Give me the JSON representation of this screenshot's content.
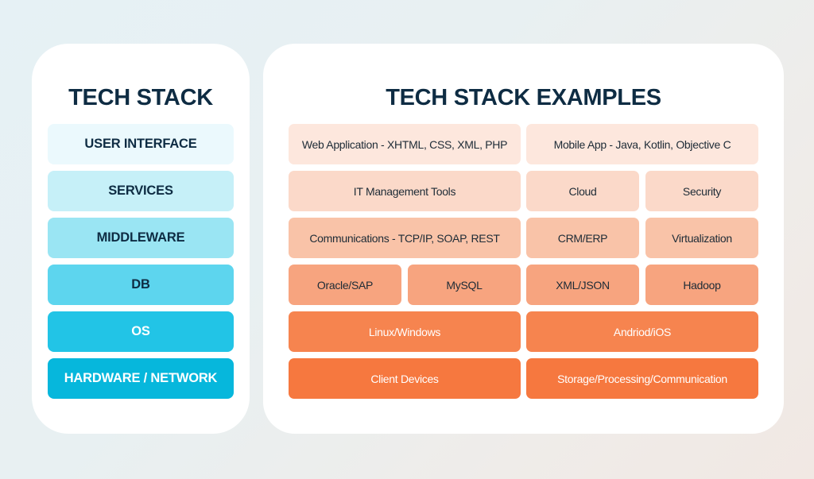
{
  "colors": {
    "title_text": "#0e2c43",
    "panel_bg": "#ffffff",
    "stack_layers": [
      "#ebf9fd",
      "#c6f0f8",
      "#9ae5f3",
      "#5dd5ee",
      "#22c4e6",
      "#06b7dc"
    ],
    "example_rows": [
      "#fde7dd",
      "#fbd9c9",
      "#f9c3a8",
      "#f7a47f",
      "#f6844f",
      "#f6783f"
    ]
  },
  "tech_stack": {
    "title": "TECH STACK",
    "layers": [
      "USER INTERFACE",
      "SERVICES",
      "MIDDLEWARE",
      "DB",
      "OS",
      "HARDWARE / NETWORK"
    ]
  },
  "examples": {
    "title": "TECH STACK EXAMPLES",
    "rows": [
      [
        "Web Application - XHTML, CSS, XML, PHP",
        "Mobile App - Java, Kotlin, Objective C"
      ],
      [
        "IT Management Tools",
        "Cloud",
        "Security"
      ],
      [
        "Communications - TCP/IP, SOAP, REST",
        "CRM/ERP",
        "Virtualization"
      ],
      [
        "Oracle/SAP",
        "MySQL",
        "XML/JSON",
        "Hadoop"
      ],
      [
        "Linux/Windows",
        "Andriod/iOS"
      ],
      [
        "Client Devices",
        "Storage/Processing/Communication"
      ]
    ]
  }
}
